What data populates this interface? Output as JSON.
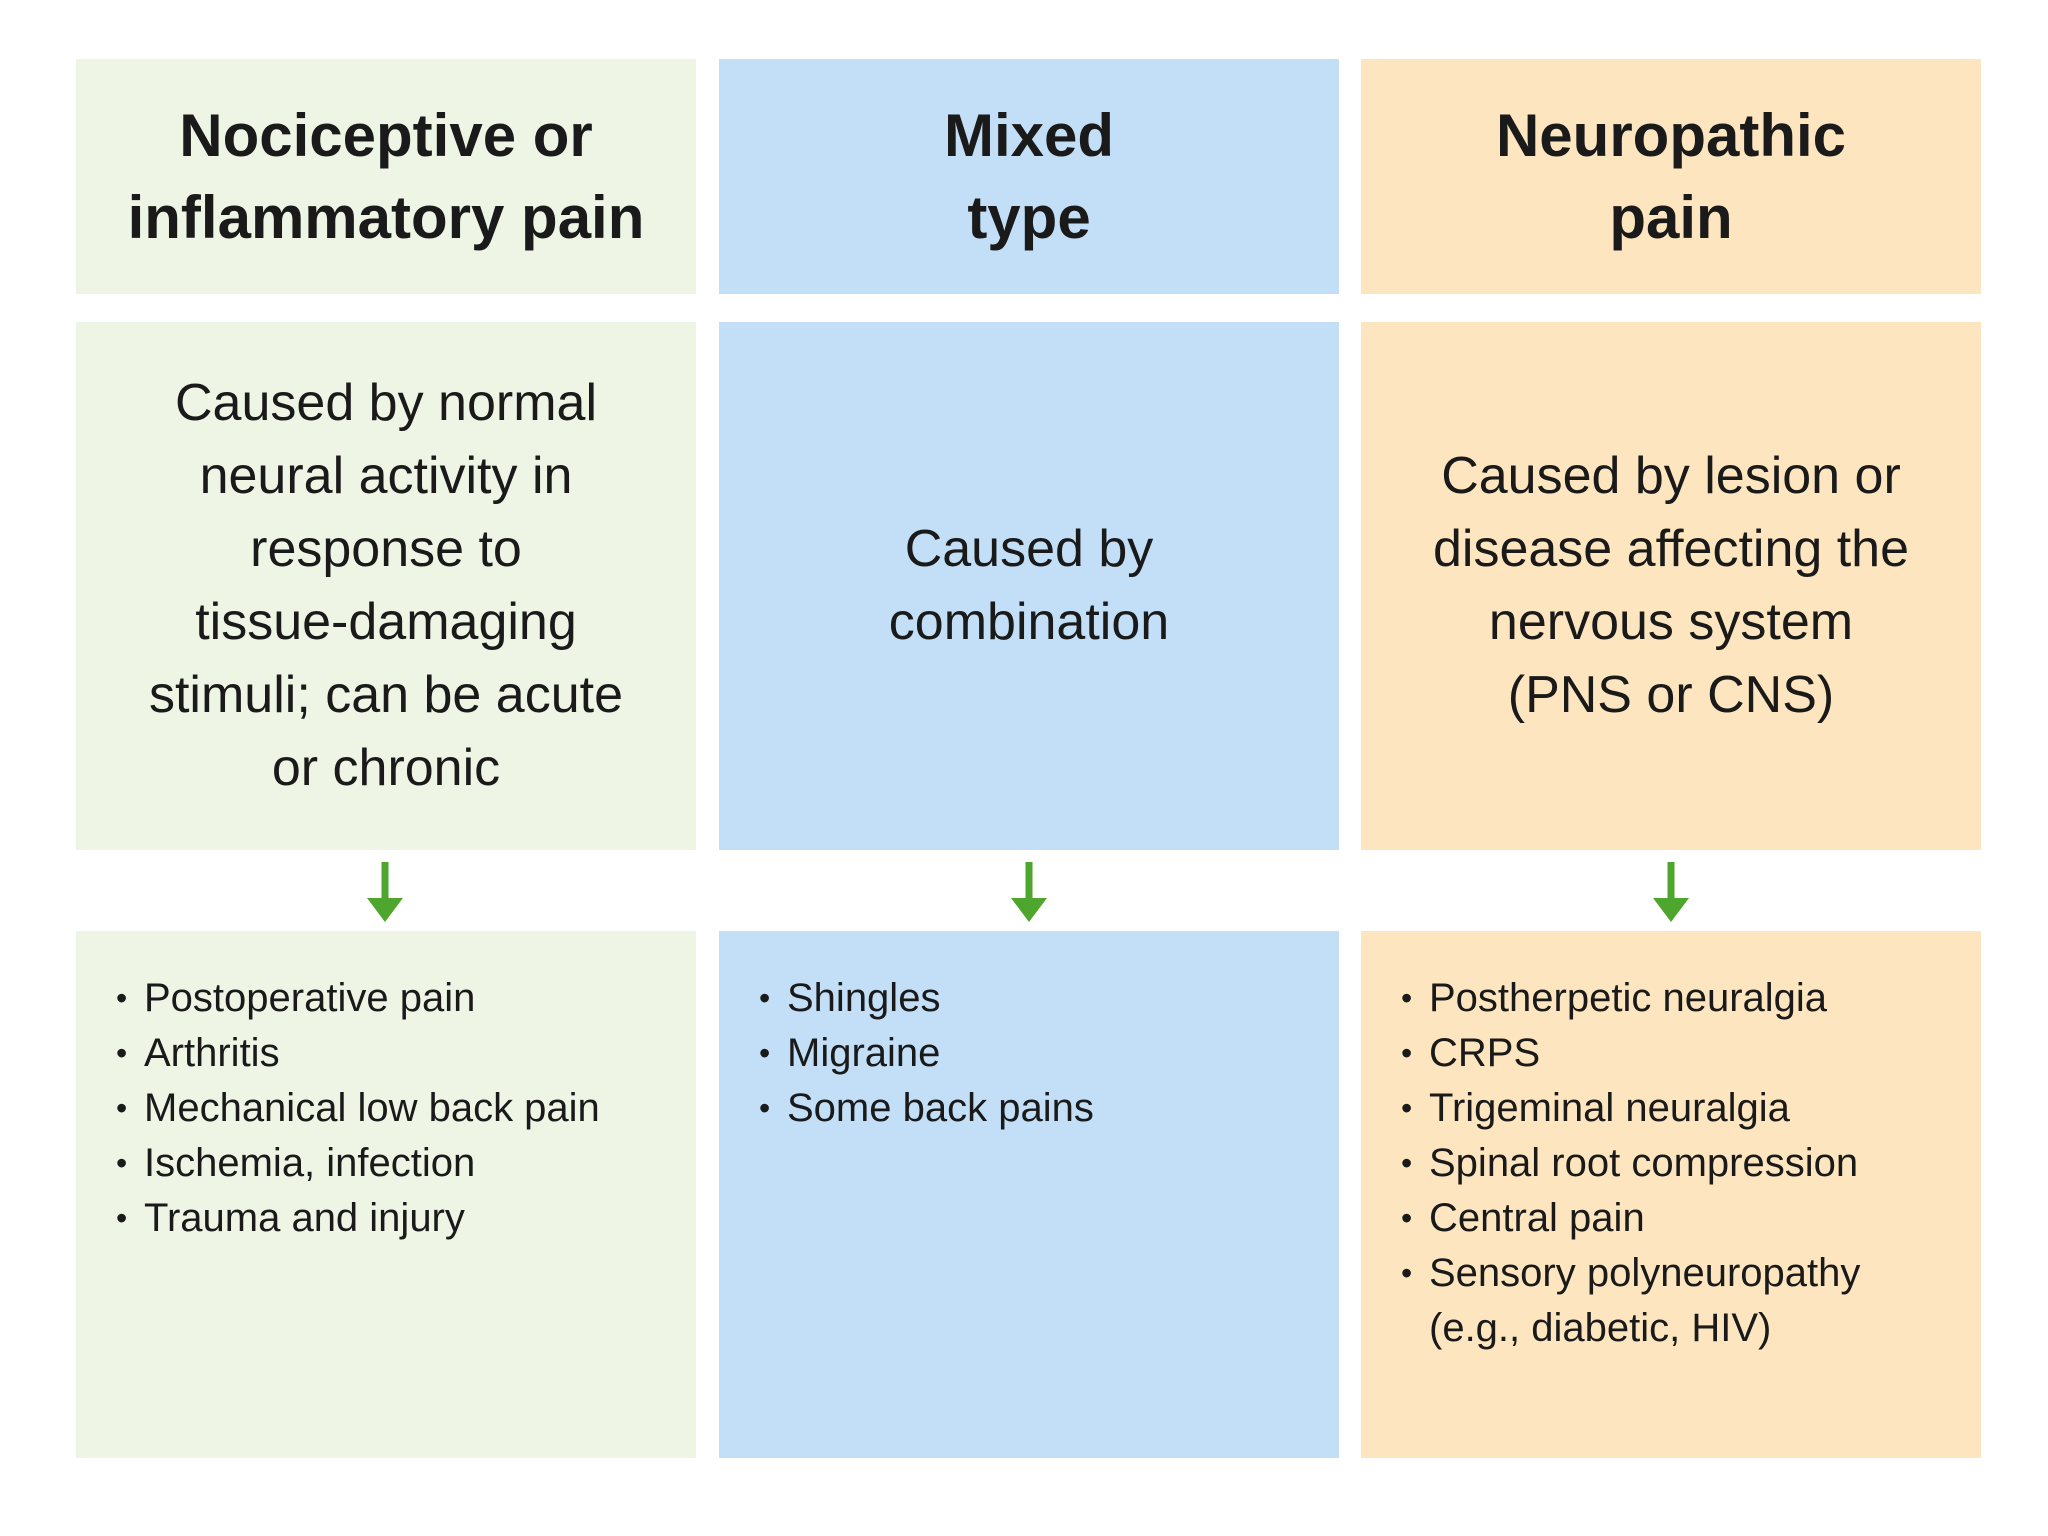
{
  "colors": {
    "nociceptive": "#eef5e5",
    "mixed": "#c2dff7",
    "neuropathic": "#fde6bf",
    "arrow": "#4ea62e"
  },
  "columns": [
    {
      "header_lines": [
        "Nociceptive or",
        "inflammatory pain"
      ],
      "description_lines": [
        "Caused by normal",
        "neural activity in",
        "response to",
        "tissue-damaging",
        "stimuli; can be acute",
        "or chronic"
      ],
      "examples": [
        "Postoperative pain",
        "Arthritis",
        "Mechanical low back pain",
        "Ischemia, infection",
        "Trauma and injury"
      ],
      "examples_continuation": []
    },
    {
      "header_lines": [
        "Mixed",
        "type"
      ],
      "description_lines": [
        "Caused by",
        "combination"
      ],
      "examples": [
        "Shingles",
        "Migraine",
        "Some back pains"
      ],
      "examples_continuation": []
    },
    {
      "header_lines": [
        "Neuropathic",
        "pain"
      ],
      "description_lines": [
        "Caused by lesion or",
        "disease affecting the",
        "nervous system",
        "(PNS or CNS)"
      ],
      "examples": [
        "Postherpetic neuralgia",
        "CRPS",
        "Trigeminal neuralgia",
        "Spinal root compression",
        "Central pain",
        "Sensory polyneuropathy"
      ],
      "examples_continuation": [
        "(e.g., diabetic, HIV)"
      ]
    }
  ]
}
